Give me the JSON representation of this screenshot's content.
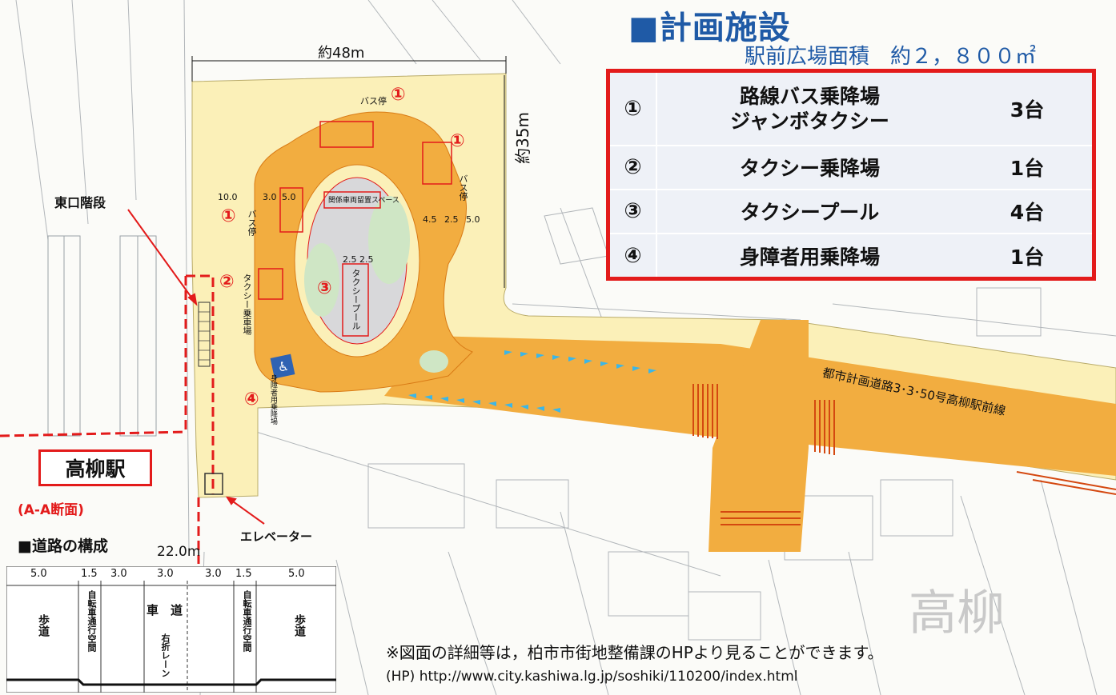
{
  "facilities": {
    "heading": "■計画施設",
    "plaza_area": "駅前広場面積　約２，８００㎡",
    "rows": [
      {
        "num": "①",
        "name": "路線バス乗降場\nジャンボタクシー",
        "count": "3台"
      },
      {
        "num": "②",
        "name": "タクシー乗降場",
        "count": "1台"
      },
      {
        "num": "③",
        "name": "タクシープール",
        "count": "4台"
      },
      {
        "num": "④",
        "name": "身障者用乗降場",
        "count": "1台"
      }
    ]
  },
  "map": {
    "dim_width": "約48m",
    "dim_depth": "約35m",
    "east_stairs": "東口階段",
    "elevator": "エレベーター",
    "station": "高柳駅",
    "section": "(A-A断面)",
    "road_name": "都市計画道路3･3･50号高柳駅前線",
    "watermark": "高柳",
    "markers": {
      "c1": "①",
      "c2": "②",
      "c3": "③",
      "c4": "④"
    },
    "labels": {
      "bus_stop_a": "バス停",
      "bus_stop_b": "バス停",
      "bus_stop_c": "バス停",
      "taxi_pool": "タクシープール",
      "taxi_stop": "タクシー乗車場",
      "disabled_stop": "身障者用乗降場",
      "related_vehicle": "関係車両留置スペース",
      "dim_10": "10.0",
      "dim_3": "3.0",
      "dim_5": "5.0",
      "dim_45": "4.5",
      "dim_25": "2.5",
      "dim_50b": "5.0",
      "dim_252525": "2.5 2.5"
    }
  },
  "road_structure": {
    "title": "■道路の構成",
    "total_width": "22.0m",
    "widths": [
      "5.0",
      "1.5",
      "3.0",
      "3.0",
      "3.0",
      "1.5",
      "5.0"
    ],
    "sidewalk": "歩道",
    "bike_lane": "自転車通行空間",
    "roadway": "車　道",
    "right_turn": "右折レーン"
  },
  "note": {
    "text": "※図面の詳細等は，柏市市街地整備課のHPより見ることができます。",
    "url": "(HP) http://www.city.kashiwa.lg.jp/soshiki/110200/index.html"
  },
  "colors": {
    "plaza": "#fbf0b8",
    "road": "#f2ad40",
    "accent_red": "#e31b1b",
    "heading_blue": "#1f5aa6",
    "green": "#cfe6c5",
    "table_bg": "#eef1f7",
    "arrow_blue": "#3cb6e6"
  }
}
